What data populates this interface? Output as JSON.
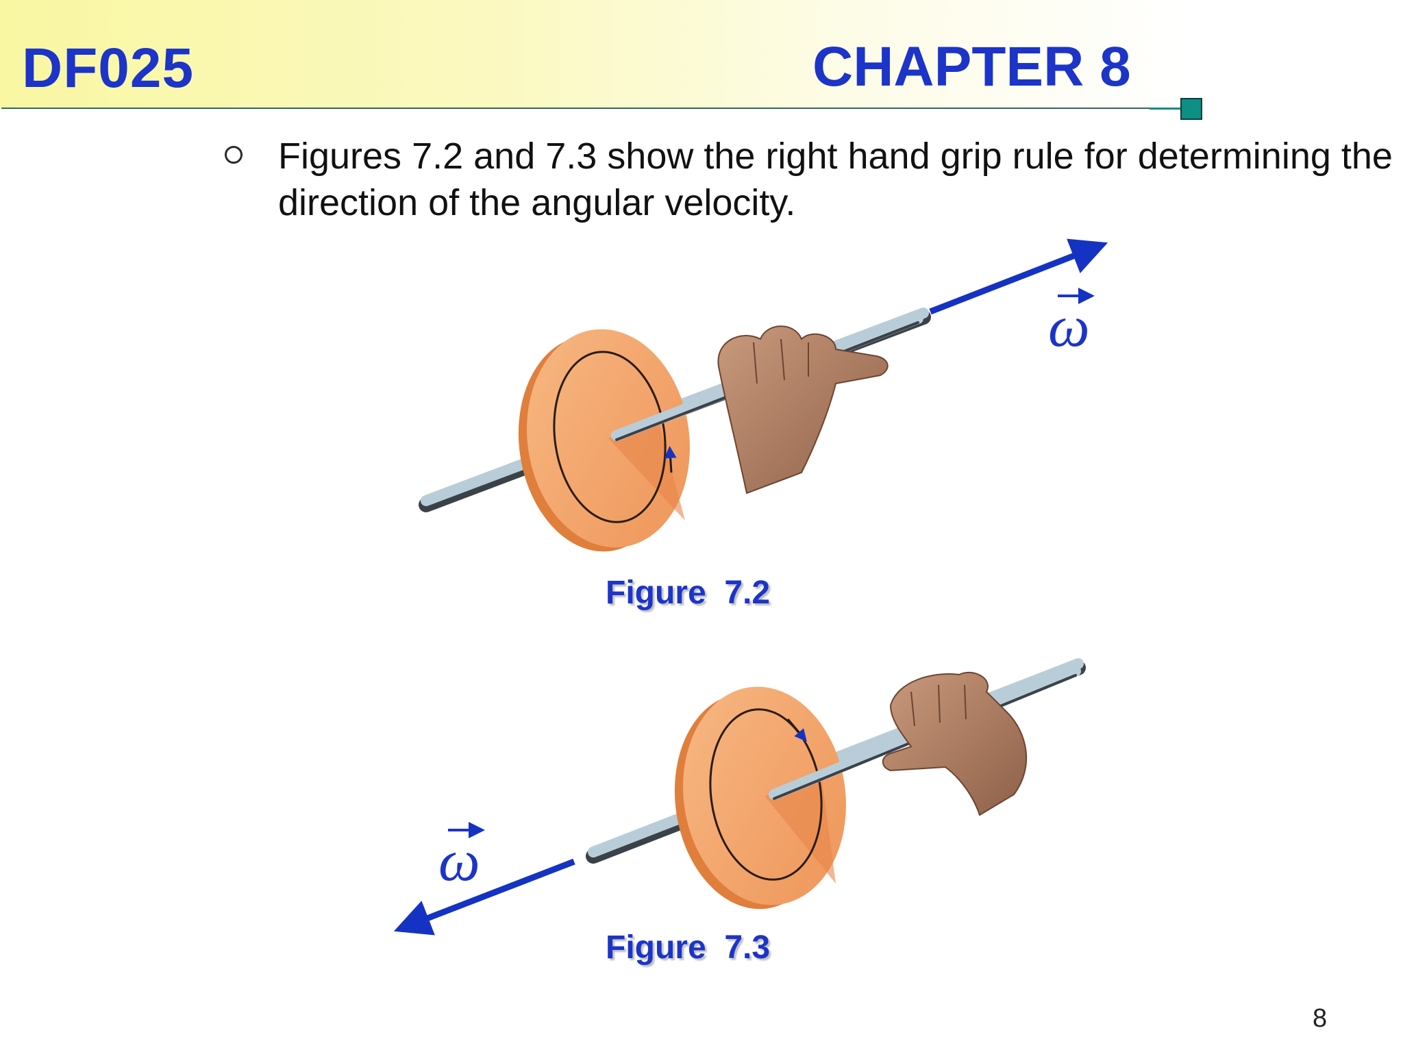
{
  "header": {
    "course_code": "DF025",
    "chapter": "CHAPTER 8"
  },
  "bullet": {
    "text": "Figures 7.2 and 7.3 show the right hand grip rule for determining the direction of the angular velocity."
  },
  "figures": [
    {
      "caption": "Figure  7.2",
      "vector_label": "ω"
    },
    {
      "caption": "Figure  7.3",
      "vector_label": "ω"
    }
  ],
  "footer": {
    "page_number": "8"
  },
  "colors": {
    "title_blue": "#1c34c8",
    "header_band": "#f9f7a2",
    "accent_teal": "#0e8f86",
    "disk_orange": "#f2a46c",
    "rod_gray": "#b9cdd8",
    "vector_blue": "#1533c2"
  }
}
